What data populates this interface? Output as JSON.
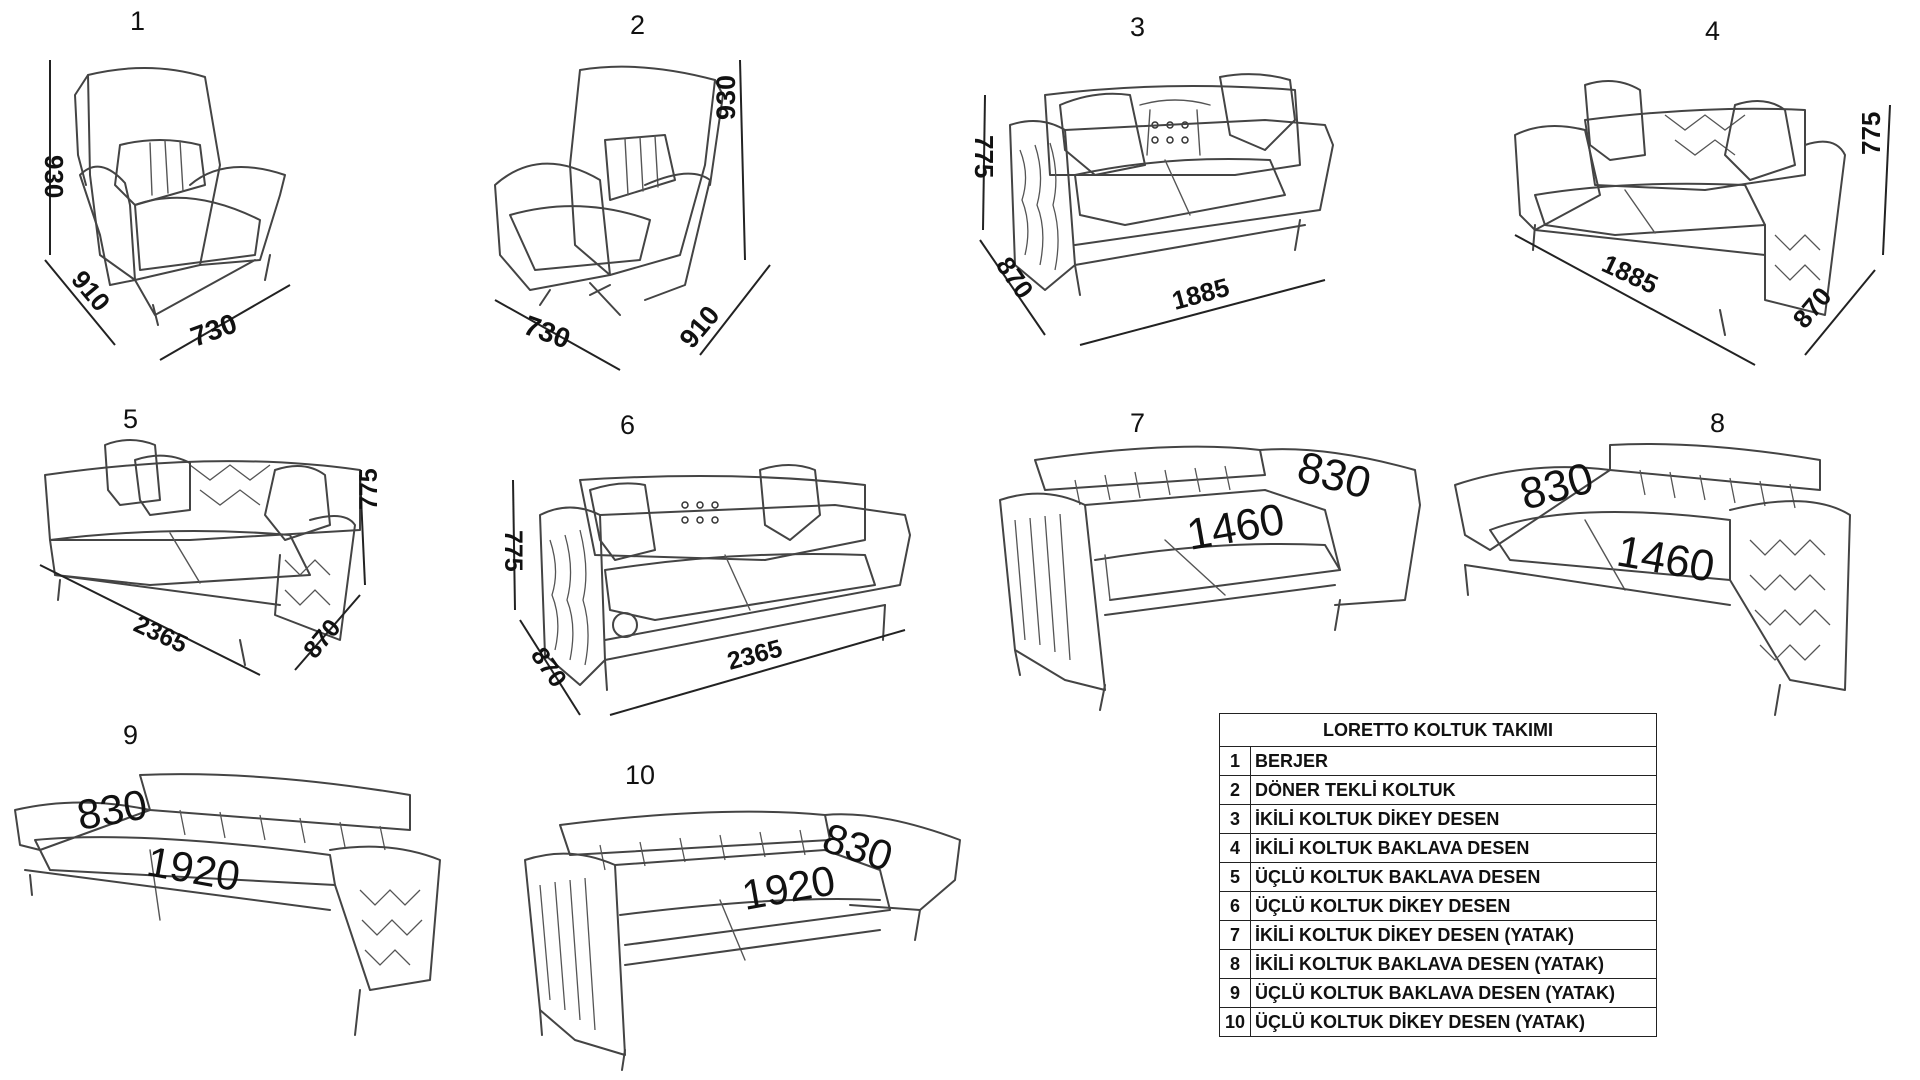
{
  "items": [
    {
      "num": "1",
      "dims": [
        "930",
        "910",
        "730"
      ]
    },
    {
      "num": "2",
      "dims": [
        "930",
        "910",
        "730"
      ]
    },
    {
      "num": "3",
      "dims": [
        "775",
        "870",
        "1885"
      ]
    },
    {
      "num": "4",
      "dims": [
        "775",
        "870",
        "1885"
      ]
    },
    {
      "num": "5",
      "dims": [
        "775",
        "870",
        "2365"
      ]
    },
    {
      "num": "6",
      "dims": [
        "775",
        "870",
        "2365"
      ]
    },
    {
      "num": "7",
      "dims": [
        "830",
        "1460"
      ]
    },
    {
      "num": "8",
      "dims": [
        "830",
        "1460"
      ]
    },
    {
      "num": "9",
      "dims": [
        "830",
        "1920"
      ]
    },
    {
      "num": "10",
      "dims": [
        "830",
        "1920"
      ]
    }
  ],
  "legend": {
    "title": "LORETTO KOLTUK TAKIMI",
    "rows": [
      {
        "n": "1",
        "label": "BERJER"
      },
      {
        "n": "2",
        "label": "DÖNER TEKLİ KOLTUK"
      },
      {
        "n": "3",
        "label": "İKİLİ KOLTUK DİKEY DESEN"
      },
      {
        "n": "4",
        "label": "İKİLİ KOLTUK BAKLAVA DESEN"
      },
      {
        "n": "5",
        "label": "ÜÇLÜ KOLTUK BAKLAVA DESEN"
      },
      {
        "n": "6",
        "label": "ÜÇLÜ KOLTUK DİKEY DESEN"
      },
      {
        "n": "7",
        "label": "İKİLİ KOLTUK DİKEY DESEN (YATAK)"
      },
      {
        "n": "8",
        "label": "İKİLİ KOLTUK BAKLAVA DESEN (YATAK)"
      },
      {
        "n": "9",
        "label": "ÜÇLÜ KOLTUK BAKLAVA DESEN (YATAK)"
      },
      {
        "n": "10",
        "label": "ÜÇLÜ KOLTUK DİKEY DESEN (YATAK)"
      }
    ]
  }
}
